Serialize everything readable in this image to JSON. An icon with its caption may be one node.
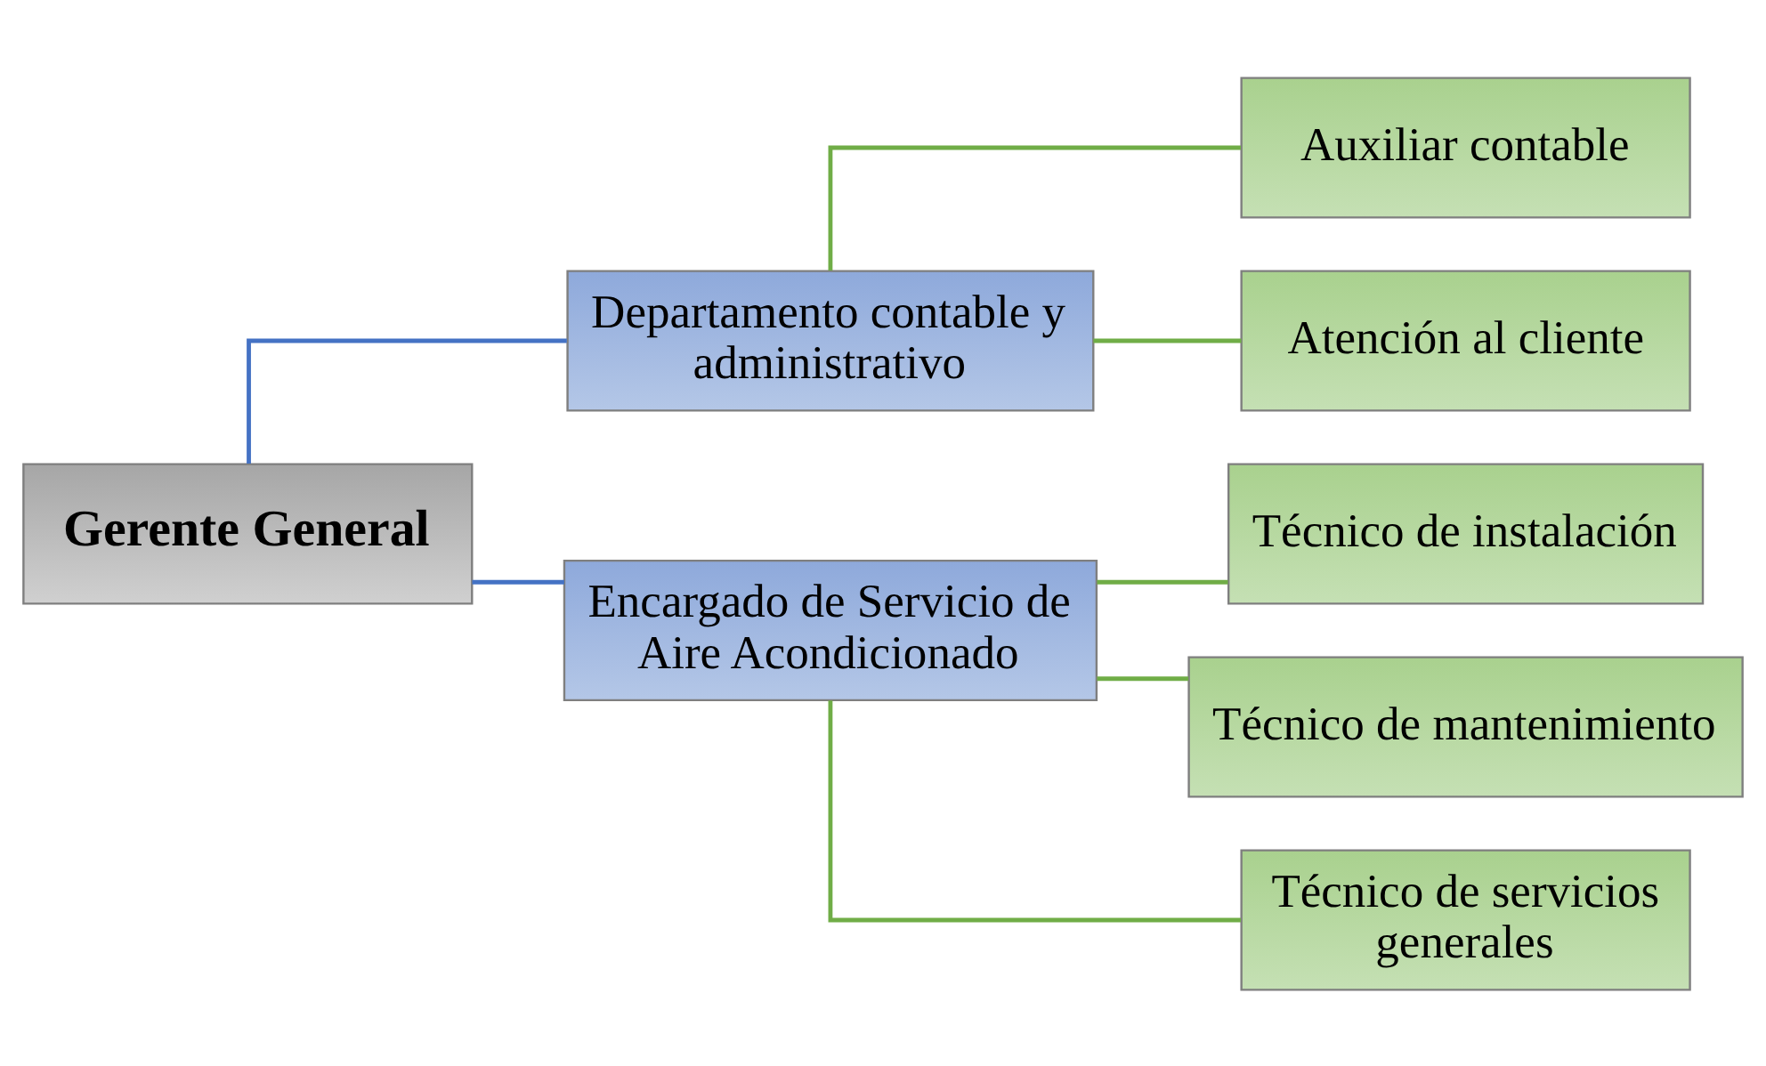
{
  "diagram": {
    "nodes": [
      {
        "text": [
          "Gerente General"
        ]
      },
      {
        "text": [
          "Departamento contable y administrativo"
        ]
      },
      {
        "text": [
          "Encargado de Servicio de Aire Acondicionado"
        ]
      },
      {
        "text": [
          "Auxiliar contable"
        ]
      },
      {
        "text": [
          "Atención al cliente"
        ]
      },
      {
        "text": [
          "Técnico de instalación"
        ]
      },
      {
        "text": [
          "Técnico de mantenimiento"
        ]
      },
      {
        "text": [
          "Técnico de servicios generales"
        ]
      }
    ],
    "edges": [
      {
        "from": 0,
        "to": 1,
        "arrow": "none",
        "color": "#4472c4"
      },
      {
        "from": 0,
        "to": 2,
        "arrow": "none",
        "color": "#4472c4"
      },
      {
        "from": 1,
        "to": 3,
        "arrow": "none"
      },
      {
        "from": 1,
        "to": 4,
        "arrow": "none"
      },
      {
        "from": 2,
        "to": 5,
        "arrow": "none"
      },
      {
        "from": 2,
        "to": 6,
        "arrow": "none"
      },
      {
        "from": 2,
        "to": 7,
        "arrow": "none"
      }
    ]
  }
}
